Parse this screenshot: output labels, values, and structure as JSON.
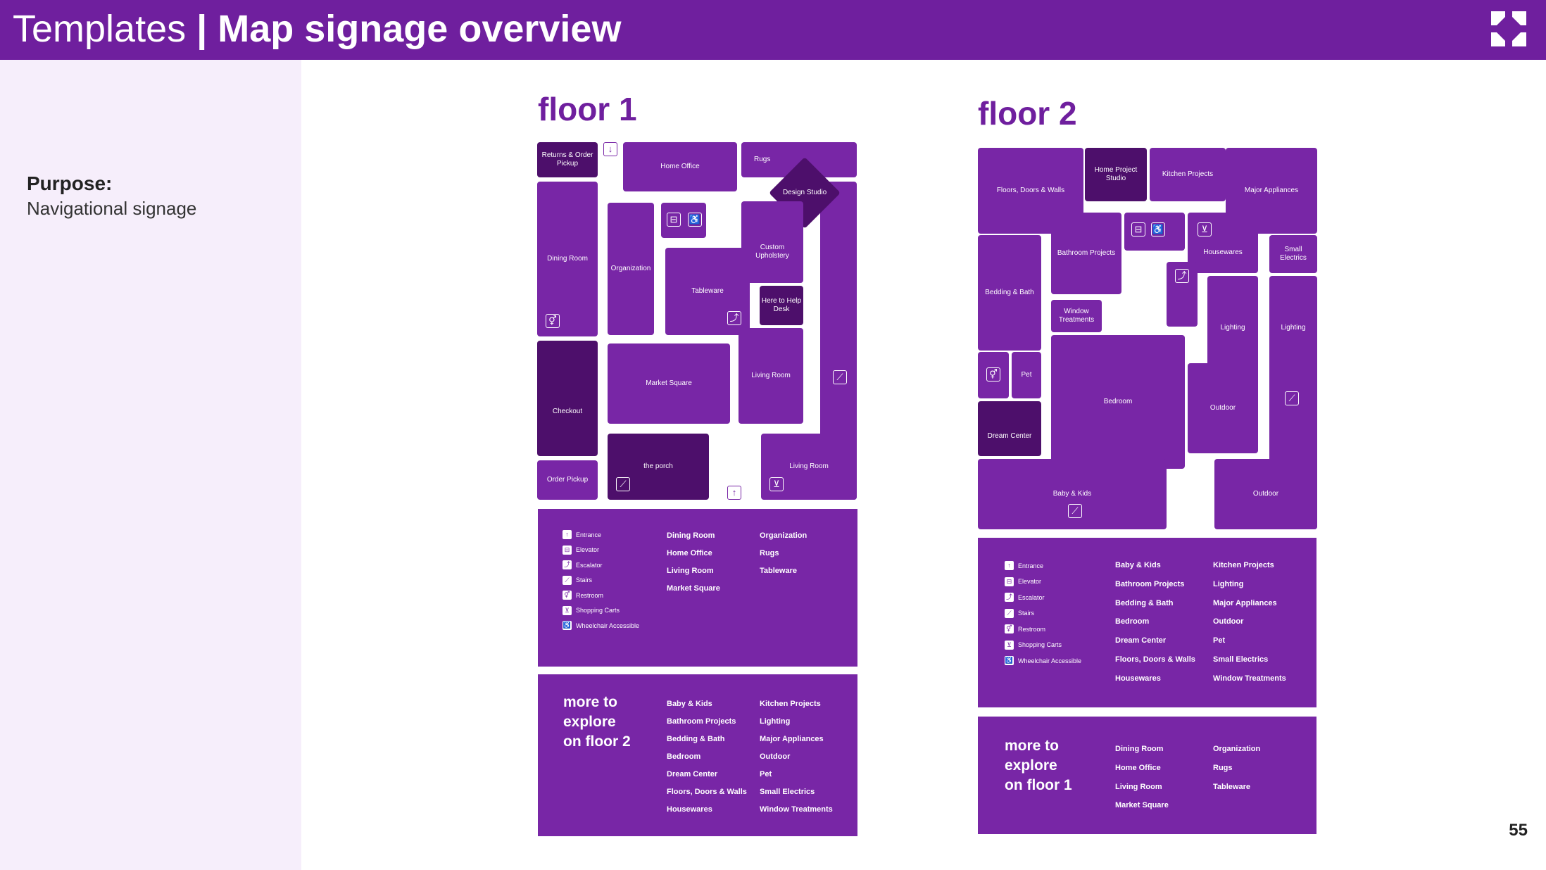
{
  "header": {
    "title_light": "Templates",
    "separator": "|",
    "title_bold": "Map signage overview"
  },
  "sidebar": {
    "purpose_label": "Purpose:",
    "purpose_value": "Navigational signage"
  },
  "page_number": "55",
  "colors": {
    "brand": "#6f1f9e",
    "room": "#7826a6",
    "room_dark": "#4d0f6b",
    "sidebar_bg": "#f6eefb"
  },
  "floor1": {
    "title": "floor 1",
    "rooms": {
      "returns": "Returns & Order Pickup",
      "home_office": "Home Office",
      "rugs": "Rugs",
      "design_studio": "Design Studio",
      "dining_room": "Dining Room",
      "organization": "Organization",
      "tableware": "Tableware",
      "custom_upholstery": "Custom Upholstery",
      "help_desk": "Here to Help Desk",
      "checkout": "Checkout",
      "market_square": "Market Square",
      "living_room_a": "Living Room",
      "living_room_b": "Living Room",
      "order_pickup": "Order Pickup",
      "the_porch": "the porch"
    },
    "legend": [
      "Entrance",
      "Elevator",
      "Escalator",
      "Stairs",
      "Restroom",
      "Shopping Carts",
      "Wheelchair Accessible"
    ],
    "directory_col1": [
      "Dining Room",
      "Home Office",
      "Living Room",
      "Market Square"
    ],
    "directory_col2": [
      "Organization",
      "Rugs",
      "Tableware"
    ],
    "more_title": [
      "more to",
      "explore",
      "on floor 2"
    ],
    "more_col1": [
      "Baby & Kids",
      "Bathroom Projects",
      "Bedding & Bath",
      "Bedroom",
      "Dream Center",
      "Floors, Doors & Walls",
      "Housewares"
    ],
    "more_col2": [
      "Kitchen Projects",
      "Lighting",
      "Major Appliances",
      "Outdoor",
      "Pet",
      "Small Electrics",
      "Window Treatments"
    ]
  },
  "floor2": {
    "title": "floor 2",
    "rooms": {
      "floors_doors": "Floors, Doors & Walls",
      "home_project": "Home Project Studio",
      "kitchen_projects": "Kitchen Projects",
      "major_appliances": "Major Appliances",
      "bathroom_projects": "Bathroom Projects",
      "housewares": "Housewares",
      "small_electrics": "Small Electrics",
      "bedding_bath": "Bedding & Bath",
      "window_treatments": "Window Treatments",
      "lighting_a": "Lighting",
      "lighting_b": "Lighting",
      "pet": "Pet",
      "bedroom": "Bedroom",
      "outdoor_a": "Outdoor",
      "dream_center": "Dream Center",
      "baby_kids": "Baby & Kids",
      "outdoor_b": "Outdoor"
    },
    "legend": [
      "Entrance",
      "Elevator",
      "Escalator",
      "Stairs",
      "Restroom",
      "Shopping Carts",
      "Wheelchair Accessible"
    ],
    "directory_col1": [
      "Baby & Kids",
      "Bathroom Projects",
      "Bedding & Bath",
      "Bedroom",
      "Dream Center",
      "Floors, Doors & Walls",
      "Housewares"
    ],
    "directory_col2": [
      "Kitchen Projects",
      "Lighting",
      "Major Appliances",
      "Outdoor",
      "Pet",
      "Small Electrics",
      "Window Treatments"
    ],
    "more_title": [
      "more to",
      "explore",
      "on floor 1"
    ],
    "more_col1": [
      "Dining Room",
      "Home Office",
      "Living Room",
      "Market Square"
    ],
    "more_col2": [
      "Organization",
      "Rugs",
      "Tableware"
    ]
  }
}
